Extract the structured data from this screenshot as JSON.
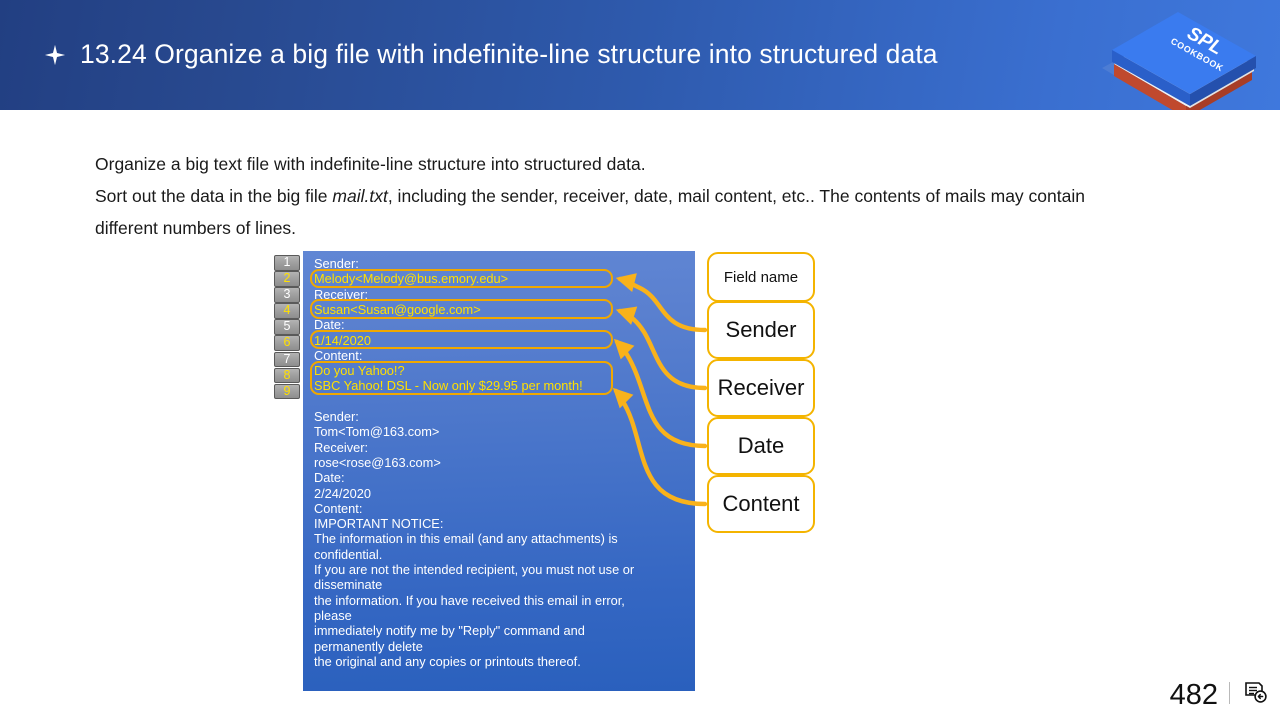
{
  "header": {
    "bullet_icon": "sparkle-bullet-icon",
    "title": "13.24 Organize a big file with indefinite-line  structure into structured data",
    "gradient_from": "#28498f",
    "gradient_to": "#3f78dd",
    "logo": {
      "name": "spl-cookbook-logo",
      "line1": "SPL",
      "line2": "COOKBOOK",
      "cover_color": "#3a7bef",
      "spine_color": "#c0492e"
    }
  },
  "body": {
    "paragraph1": "Organize a big text file with indefinite-line structure into structured data.",
    "paragraph2_a": "Sort out the data in the big file ",
    "paragraph2_file": "mail.txt",
    "paragraph2_b": ", including the sender, receiver, date, mail content, etc.. The contents of mails may contain different numbers of lines."
  },
  "gutter": {
    "name": "line-number-gutter",
    "lines": [
      {
        "n": "1",
        "color": "white"
      },
      {
        "n": "2",
        "color": "yellow"
      },
      {
        "n": "3",
        "color": "white"
      },
      {
        "n": "4",
        "color": "yellow"
      },
      {
        "n": "5",
        "color": "white"
      },
      {
        "n": "6",
        "color": "yellow"
      },
      {
        "n": "7",
        "color": "white"
      },
      {
        "n": "8",
        "color": "yellow"
      },
      {
        "n": "9",
        "color": "yellow"
      }
    ]
  },
  "mail_panel": {
    "background_top": "#6086d4",
    "background_bottom": "#2a60bd",
    "highlight_color": "#f0a800",
    "highlight_text_color": "#ffe000",
    "lines": [
      {
        "text": "Sender:",
        "hl": false
      },
      {
        "text": "Melody<Melody@bus.emory.edu>",
        "hl": true
      },
      {
        "text": "Receiver:",
        "hl": false
      },
      {
        "text": "Susan<Susan@google.com>",
        "hl": true
      },
      {
        "text": "Date:",
        "hl": false
      },
      {
        "text": "1/14/2020",
        "hl": true
      },
      {
        "text": "Content:",
        "hl": false
      },
      {
        "text": "Do you Yahoo!?",
        "hl": true
      },
      {
        "text": "SBC Yahoo! DSL - Now only $29.95 per month!",
        "hl": true
      },
      {
        "text": "",
        "hl": false
      },
      {
        "text": "Sender:",
        "hl": false
      },
      {
        "text": "Tom<Tom@163.com>",
        "hl": false
      },
      {
        "text": "Receiver:",
        "hl": false
      },
      {
        "text": "rose<rose@163.com>",
        "hl": false
      },
      {
        "text": "Date:",
        "hl": false
      },
      {
        "text": "2/24/2020",
        "hl": false
      },
      {
        "text": "Content:",
        "hl": false
      },
      {
        "text": "IMPORTANT NOTICE:",
        "hl": false
      },
      {
        "text": "The information in this email (and any attachments) is",
        "hl": false
      },
      {
        "text": "confidential.",
        "hl": false
      },
      {
        "text": "If you are not the intended recipient, you must not use or",
        "hl": false
      },
      {
        "text": "disseminate",
        "hl": false
      },
      {
        "text": "the information. If you have received this email in error,",
        "hl": false
      },
      {
        "text": "please",
        "hl": false
      },
      {
        "text": "immediately notify me by \"Reply\" command and",
        "hl": false
      },
      {
        "text": "permanently delete",
        "hl": false
      },
      {
        "text": "the original and any copies or printouts thereof.",
        "hl": false
      }
    ]
  },
  "legend": {
    "border_color": "#f4b400",
    "items": [
      {
        "label": "Field name"
      },
      {
        "label": "Sender"
      },
      {
        "label": "Receiver"
      },
      {
        "label": "Date"
      },
      {
        "label": "Content"
      }
    ]
  },
  "footer": {
    "page_number": "482",
    "icon": "document-back-icon"
  }
}
